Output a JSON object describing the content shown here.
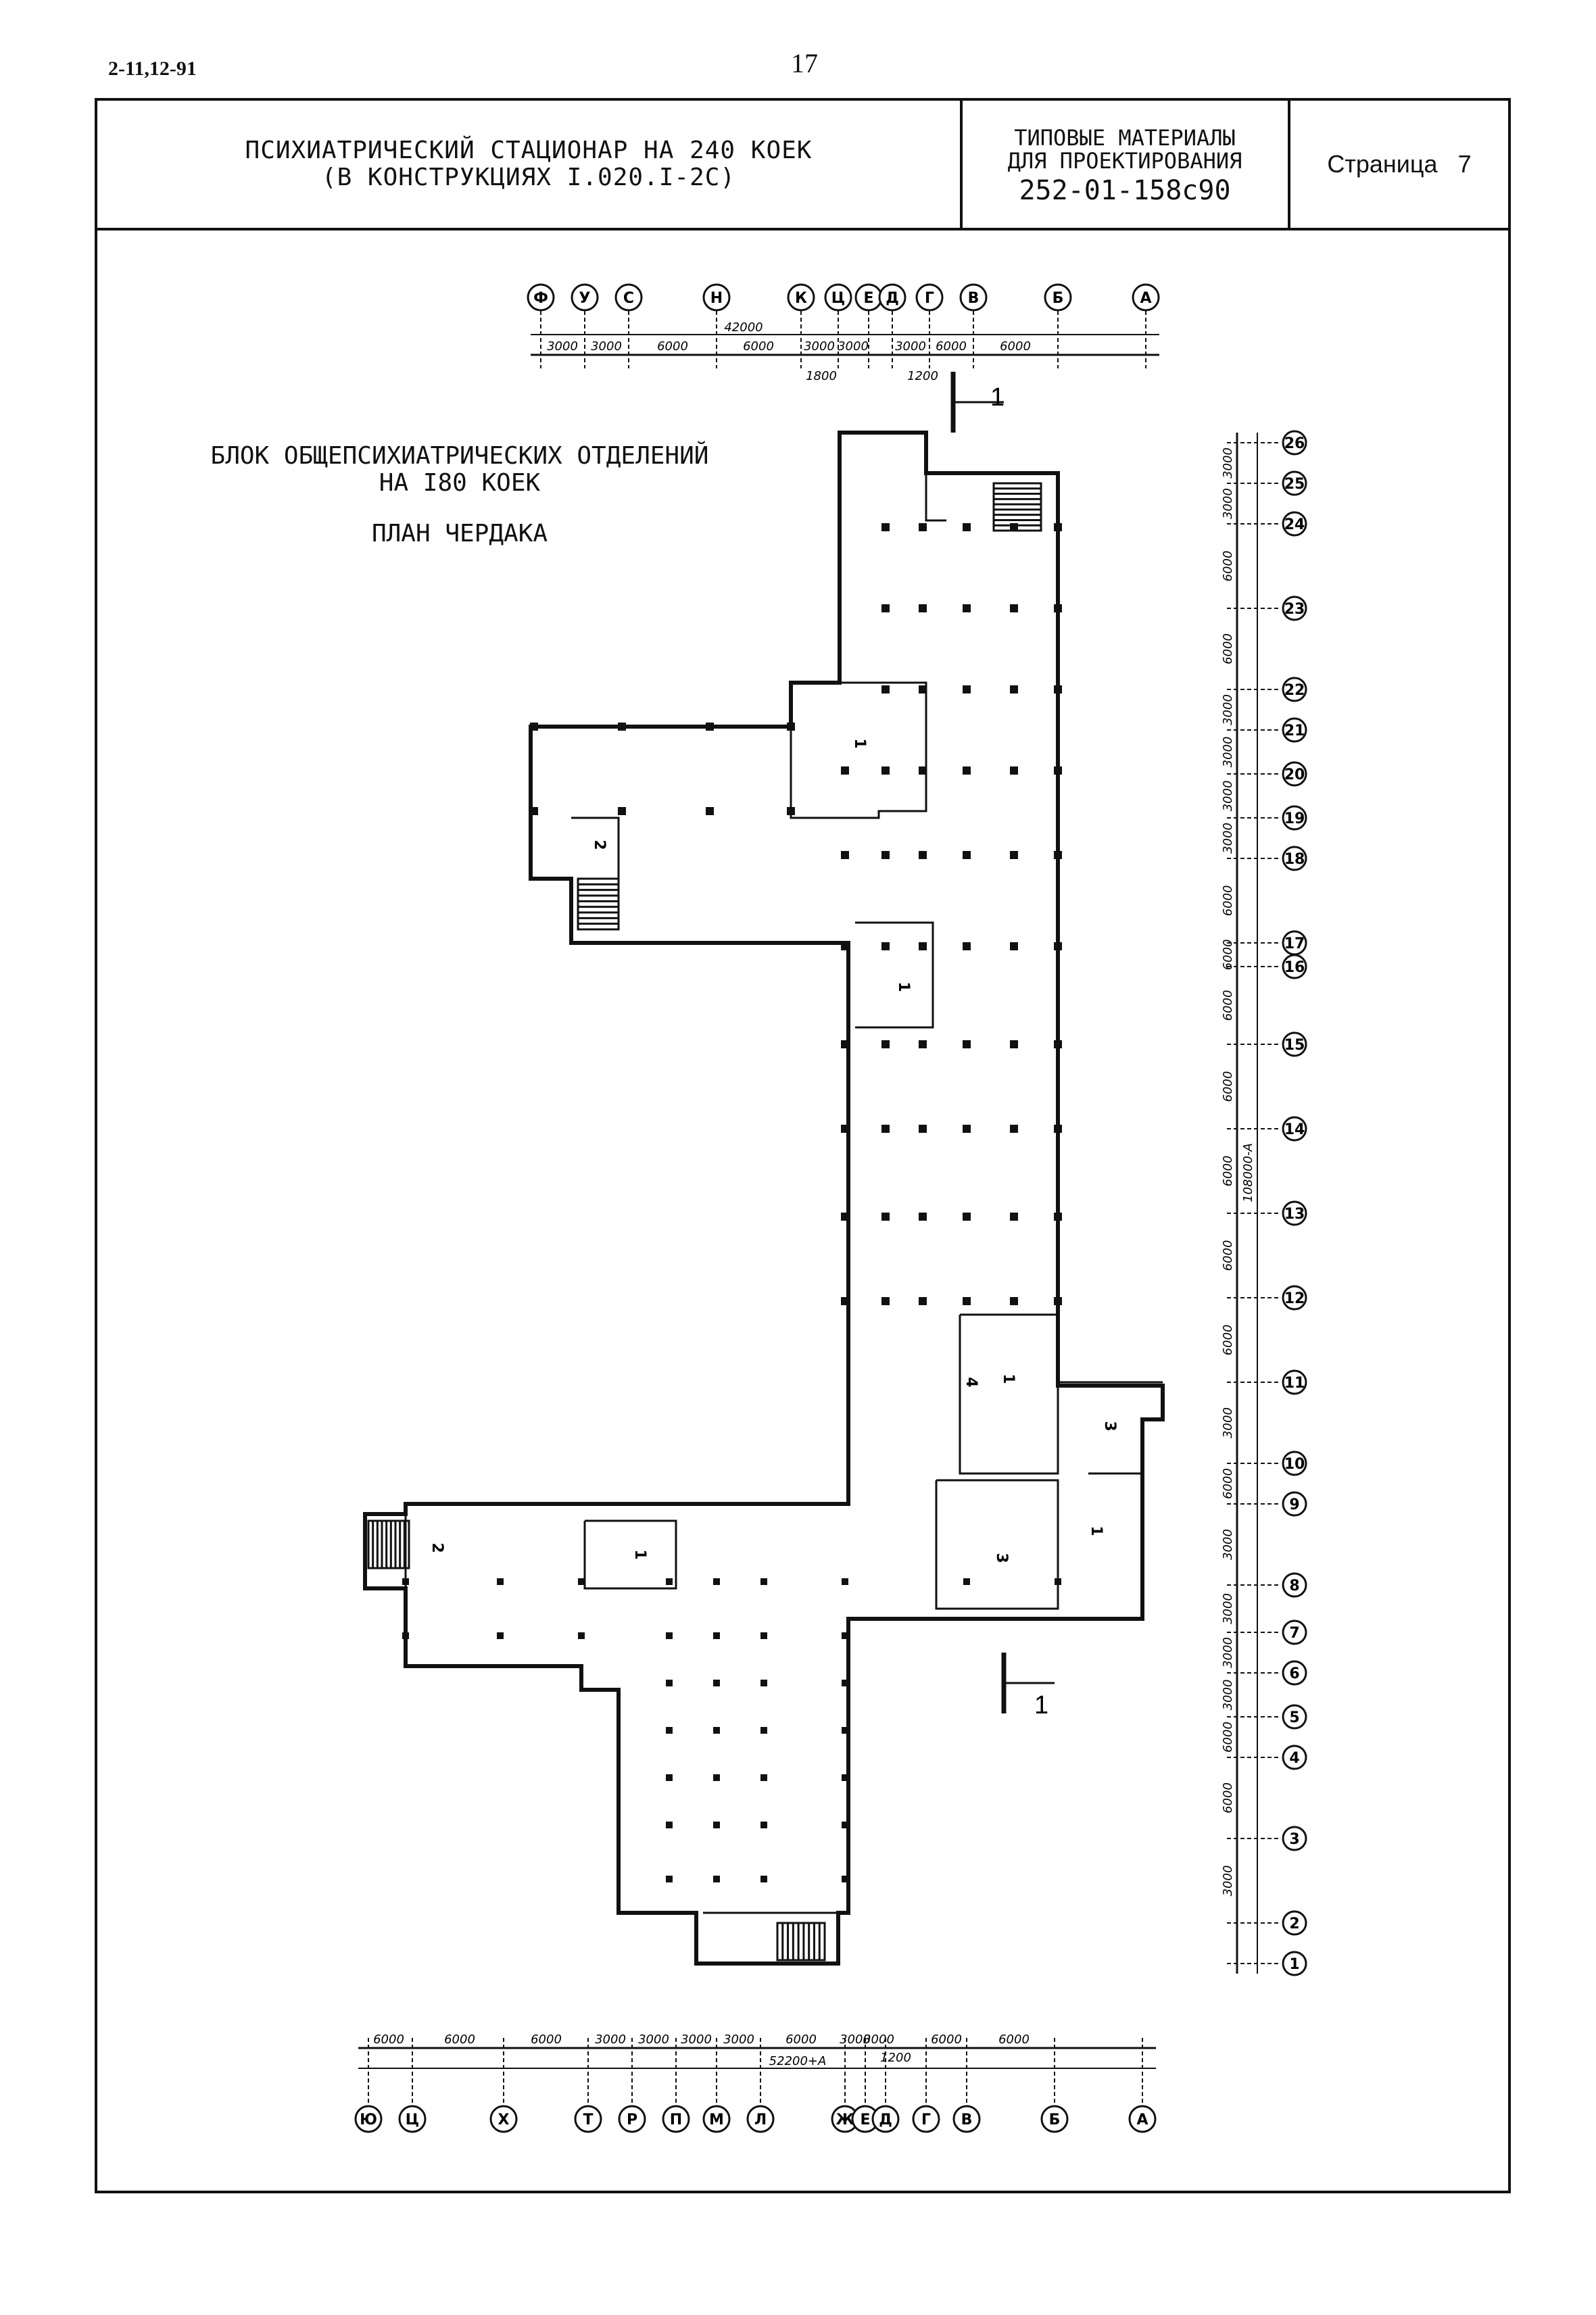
{
  "header": {
    "doc_code": "2-11,12-91",
    "page_number": "17",
    "title_line1": "ПСИХИАТРИЧЕСКИЙ СТАЦИОНАР НА 240 КОЕК",
    "title_line2": "(В КОНСТРУКЦИЯХ I.020.I-2С)",
    "series_line1": "ТИПОВЫЕ МАТЕРИАЛЫ",
    "series_line2": "ДЛЯ ПРОЕКТИРОВАНИЯ",
    "series_code": "252-01-158с90",
    "page_label": "Страница",
    "page_value": "7"
  },
  "plan": {
    "title_line1": "БЛОК ОБЩЕПСИХИАТРИЧЕСКИХ ОТДЕЛЕНИЙ",
    "title_line2": "НА I80 КОЕК",
    "subtitle": "ПЛАН ЧЕРДАКА"
  },
  "top_axes": {
    "labels": [
      "Ф",
      "У",
      "С",
      "Н",
      "К",
      "Ц",
      "Е",
      "Д",
      "Г",
      "В",
      "Б",
      "А"
    ],
    "overall": "42000",
    "spans": [
      "3000",
      "3000",
      "6000",
      "6000",
      "3000",
      "3000",
      "3000",
      "6000",
      "6000"
    ],
    "sub_dims": [
      "1800",
      "1200"
    ]
  },
  "bottom_axes": {
    "labels": [
      "Ю",
      "Ц",
      "Х",
      "Т",
      "Р",
      "П",
      "М",
      "Л",
      "Ж",
      "Е",
      "Д",
      "Г",
      "В",
      "Б",
      "А"
    ],
    "overall": "52200+А",
    "spans": [
      "6000",
      "6000",
      "6000",
      "3000",
      "3000",
      "3000",
      "3000",
      "6000",
      "3000",
      "3000",
      "6000",
      "6000"
    ],
    "sub_dims": [
      "1200"
    ]
  },
  "right_axes": {
    "labels": [
      "26",
      "25",
      "24",
      "23",
      "22",
      "21",
      "20",
      "19",
      "18",
      "17",
      "16",
      "15",
      "14",
      "13",
      "12",
      "11",
      "10",
      "9",
      "8",
      "7",
      "6",
      "5",
      "4",
      "3",
      "2",
      "1"
    ],
    "overall": "108000-А",
    "spans": [
      "3000",
      "3000",
      "6000",
      "6000",
      "3000",
      "3000",
      "3000",
      "3000",
      "6000",
      "6000",
      "6000",
      "6000",
      "6000",
      "6000",
      "6000",
      "3000",
      "6000",
      "3000",
      "3000",
      "3000",
      "3000",
      "6000",
      "6000",
      "3000"
    ]
  },
  "section_marks": [
    "1",
    "1"
  ],
  "room_numbers": [
    "1",
    "1",
    "1",
    "1",
    "1",
    "2",
    "2",
    "3",
    "3",
    "4"
  ]
}
